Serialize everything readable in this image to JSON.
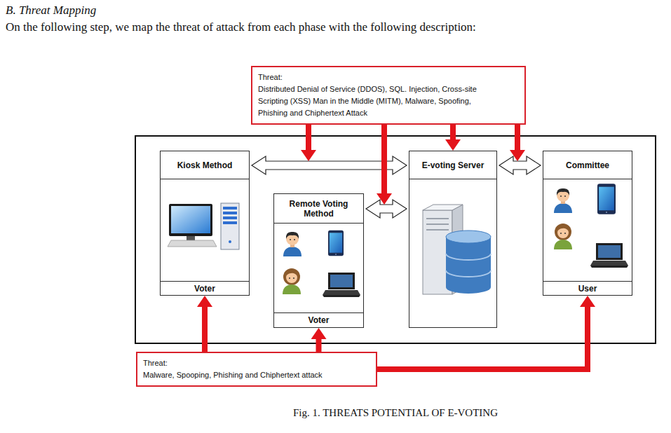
{
  "diagram": {
    "title": "B. Threat Mapping",
    "caption": "Fig. 1. THREATS POTENTIAL OF E-VOTING",
    "nodes": [
      {
        "text": [
          "Threat:",
          "Distributed Denial of Service (DDOS), SQL. Injection, Cross-site Scripting (XSS) Man in the Middle (MITM), Malware, Spoofing, Phishing and Chiphertext Attack"
        ]
      },
      {
        "text": [
          "Kiosk Method",
          "Voter"
        ]
      },
      {
        "text": [
          "Remote Voting Method",
          "Voter"
        ]
      },
      {
        "text": [
          "E-voting Server"
        ]
      },
      {
        "text": [
          "Committee",
          "User"
        ]
      },
      {
        "text": [
          "Threat:",
          "Malware, Spooping, Phishing and Chiphertext attack"
        ]
      }
    ],
    "edges": [
      {
        "from": 1,
        "to": 3,
        "arrow": "both"
      },
      {
        "from": 2,
        "to": 3,
        "arrow": "both"
      },
      {
        "from": 3,
        "to": 4,
        "arrow": "both"
      },
      {
        "from": 0,
        "to": 3,
        "arrow": "to"
      },
      {
        "from": 5,
        "to": 1,
        "arrow": "to"
      },
      {
        "from": 5,
        "to": 2,
        "arrow": "to"
      },
      {
        "from": 5,
        "to": 4,
        "arrow": "to"
      }
    ],
    "labels": [
      "On the following step, we map the threat of attack from each phase with the following description:"
    ]
  }
}
